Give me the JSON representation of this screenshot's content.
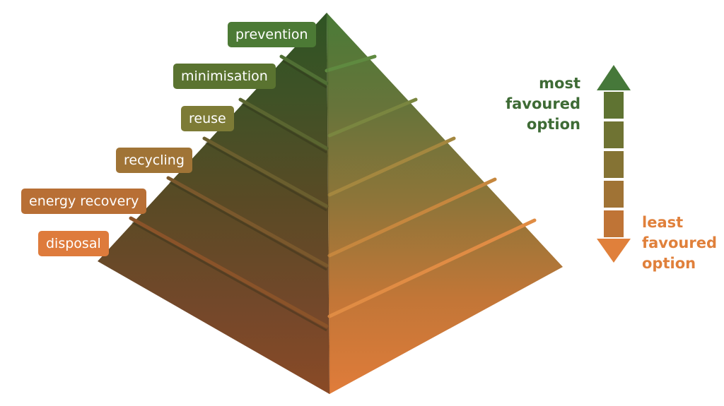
{
  "tiers": [
    {
      "label": "prevention",
      "color": "#4c7a35"
    },
    {
      "label": "minimisation",
      "color": "#5a7330"
    },
    {
      "label": "reuse",
      "color": "#7d7b36"
    },
    {
      "label": "recycling",
      "color": "#a07436"
    },
    {
      "label": "energy recovery",
      "color": "#b86f35"
    },
    {
      "label": "disposal",
      "color": "#de7b3c"
    }
  ],
  "legend": {
    "most": {
      "lines": [
        "most",
        "favoured",
        "option"
      ],
      "color": "#3e6b35"
    },
    "least": {
      "lines": [
        "least",
        "favoured",
        "option"
      ],
      "color": "#e0803b"
    },
    "arrow_colors": [
      "#46783a",
      "#5f7332",
      "#7b7434",
      "#9a7334",
      "#b86f35",
      "#e0803b"
    ]
  }
}
